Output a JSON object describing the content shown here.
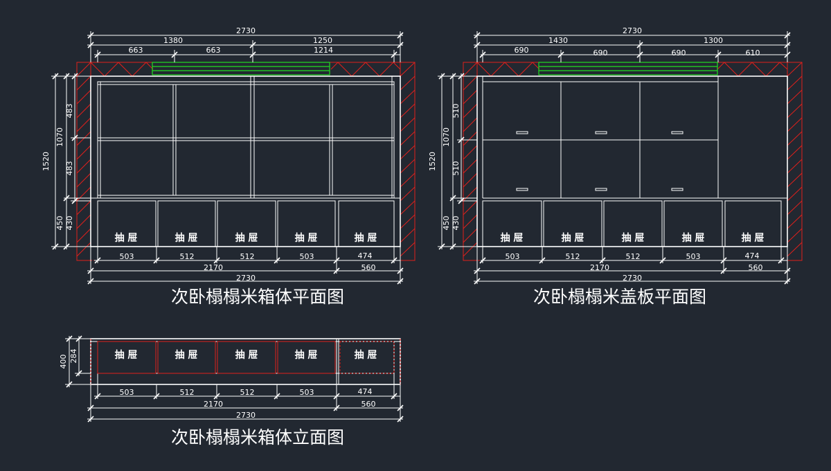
{
  "views": {
    "body_plan": {
      "title": "次卧榻榻米箱体平面图",
      "dims_top": [
        "2730",
        "1380",
        "1250",
        "663",
        "663",
        "1214"
      ],
      "dims_left": [
        "1520",
        "1070",
        "483",
        "483",
        "450",
        "430"
      ],
      "dims_bottom": [
        "503",
        "512",
        "512",
        "503",
        "474",
        "2170",
        "560",
        "2730"
      ],
      "drawer_label": "抽 屉"
    },
    "cover_plan": {
      "title": "次卧榻榻米盖板平面图",
      "dims_top": [
        "2730",
        "1430",
        "1300",
        "690",
        "690",
        "690",
        "610"
      ],
      "dims_left": [
        "1520",
        "1070",
        "510",
        "510",
        "450",
        "430"
      ],
      "dims_bottom": [
        "503",
        "512",
        "512",
        "503",
        "474",
        "2170",
        "560",
        "2730"
      ],
      "drawer_label": "抽 屉"
    },
    "elevation": {
      "title": "次卧榻榻米箱体立面图",
      "dims_left": [
        "400",
        "284"
      ],
      "dims_bottom": [
        "503",
        "512",
        "512",
        "503",
        "474",
        "2170",
        "560",
        "2730"
      ],
      "drawer_label": "抽 屉"
    }
  },
  "colors": {
    "background": "#222831",
    "lines": "#ffffff",
    "wall_hatch": "#e0201c",
    "window": "#22dd22"
  }
}
